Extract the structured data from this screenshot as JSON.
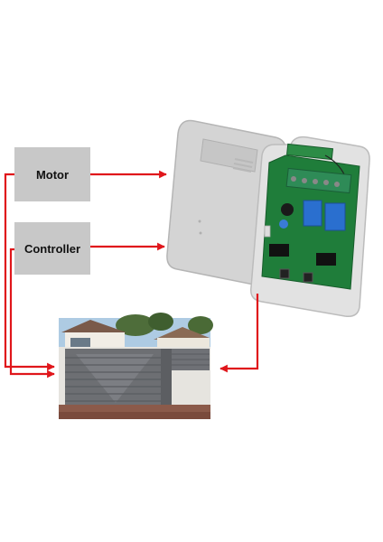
{
  "labels": {
    "motor": "Motor",
    "controller": "Controller"
  },
  "colors": {
    "arrow": "#e0161b",
    "label_bg": "#c8c8c8",
    "receiver_case": "#d9d9d9",
    "pcb": "#1f7d3a",
    "relay": "#2a6fcf",
    "terminal_block": "#2e8b57",
    "gate": "#6d6f73",
    "sky": "#aecbe3"
  },
  "icons": [
    "receiver-device",
    "gate-photo",
    "arrow-right",
    "arrow-left"
  ]
}
